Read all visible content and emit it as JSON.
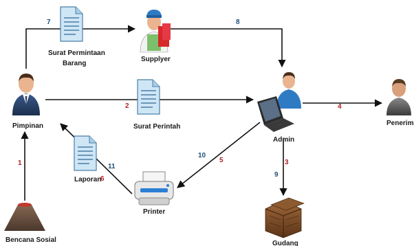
{
  "colors": {
    "arrow": "#111111",
    "num_blue": "#1f4e79",
    "num_red": "#b22222",
    "doc_fill": "#cfe6f5",
    "doc_stroke": "#4a7fa8"
  },
  "nodes": {
    "pimpinan": "Pimpinan",
    "bencana": "Bencana Sosial",
    "surat_permintaan_1": "Surat Permintaan",
    "surat_permintaan_2": "Barang",
    "supplyer": "Supplyer",
    "surat_perintah": "Surat Perintah",
    "admin": "Admin",
    "penerima": "Penerima",
    "laporan": "Laporan",
    "printer": "Printer",
    "gudang": "Gudang"
  },
  "steps": {
    "s1": "1",
    "s2": "2",
    "s3": "3",
    "s4": "4",
    "s5": "5",
    "s6": "6",
    "s7": "7",
    "s8": "8",
    "s9": "9",
    "s10": "10",
    "s11": "11"
  }
}
